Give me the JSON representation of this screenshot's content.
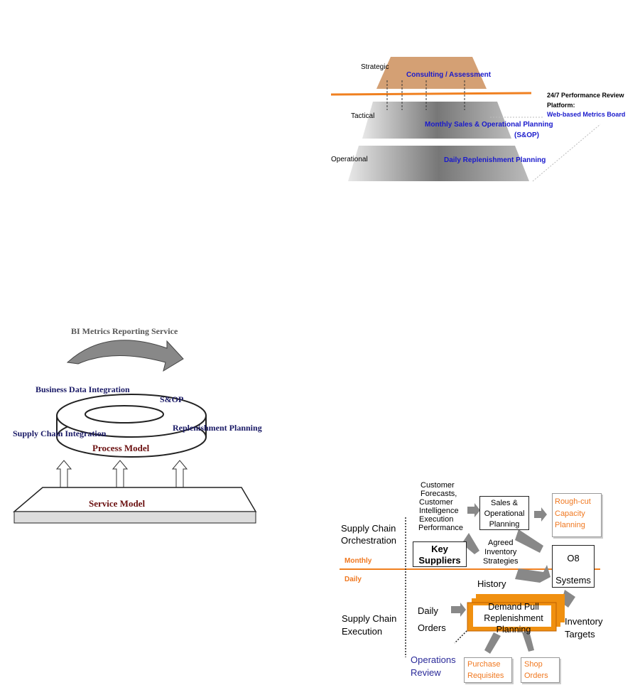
{
  "figure_pyramid": {
    "strategic": "Strategic",
    "consulting": "Consulting / Assessment",
    "tactical": "Tactical",
    "monthly_sop": "Monthly Sales & Operational Planning",
    "sop_abbr": "(S&OP)",
    "operational": "Operational",
    "daily_replenishment": "Daily Replenishment Planning",
    "platform_line1": "24/7 Performance Review",
    "platform_line2": "Platform:",
    "web_board": "Web-based Metrics Board"
  },
  "figure_model": {
    "bi_service": "BI Metrics Reporting Service",
    "business_data": "Business Data Integration",
    "sop": "S&OP",
    "supply_chain_integration": "Supply Chain Integration",
    "replenishment": "Replenishment Planning",
    "process_model": "Process Model",
    "service_model": "Service Model"
  },
  "figure_flow": {
    "inputs": [
      "Customer",
      "Forecasts,",
      "Customer",
      "Intelligence",
      "Execution",
      "Performance"
    ],
    "sop_box": [
      "Sales &",
      "Operational",
      "Planning"
    ],
    "rough_cut": [
      "Rough-cut",
      "Capacity",
      "Planning"
    ],
    "orchestration": [
      "Supply Chain",
      "Orchestration"
    ],
    "key_suppliers": [
      "Key",
      "Suppliers"
    ],
    "agreed": [
      "Agreed",
      "Inventory",
      "Strategies"
    ],
    "o8": "O8",
    "systems": "Systems",
    "monthly": "Monthly",
    "daily": "Daily",
    "history": "History",
    "daily_orders": [
      "Daily",
      "Orders"
    ],
    "demand_pull": [
      "Demand Pull",
      "Replenishment",
      "Planning"
    ],
    "inventory_targets": [
      "Inventory",
      "Targets"
    ],
    "execution": [
      "Supply Chain",
      "Execution"
    ],
    "operations_review": [
      "Operations",
      "Review"
    ],
    "purchase": [
      "Purchase",
      "Requisites"
    ],
    "shop": [
      "Shop",
      "Orders"
    ]
  }
}
